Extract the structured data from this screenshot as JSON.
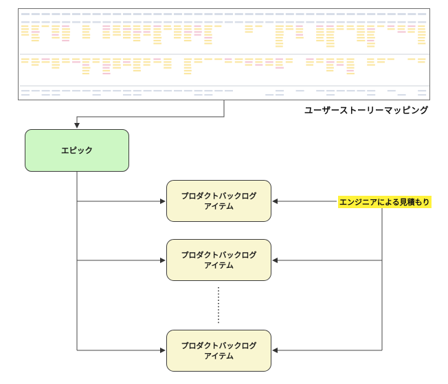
{
  "story_map": {
    "caption": "ユーザーストーリーマッピング",
    "colors": {
      "activity": "#d7dde8",
      "story": "#fbe7a4",
      "note": "#f4c8d6",
      "line": "#9aa3b0"
    }
  },
  "epic": {
    "label": "エピック",
    "fill": "#cdf7c4"
  },
  "backlog_items": [
    {
      "line1": "プロダクトバックログ",
      "line2": "アイテム"
    },
    {
      "line1": "プロダクトバックログ",
      "line2": "アイテム"
    },
    {
      "line1": "プロダクトバックログ",
      "line2": "アイテム"
    }
  ],
  "estimate": {
    "label": "エンジニアによる見積もり",
    "highlight": "#fff23a"
  },
  "ellipsis": "⋮"
}
